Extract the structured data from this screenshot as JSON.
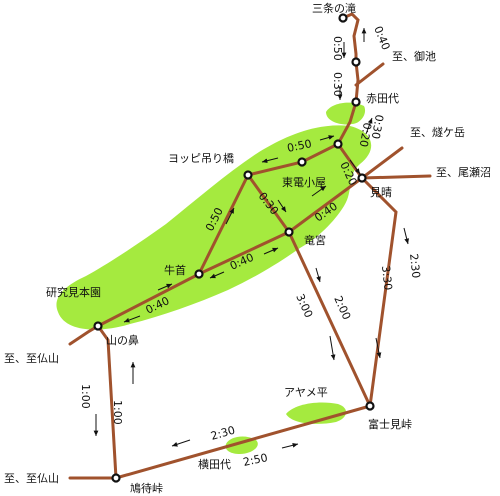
{
  "map": {
    "colors": {
      "marsh": "#a5ea3f",
      "trail": "#a0522d",
      "node": "#111111",
      "text": "#111111"
    },
    "places": {
      "sanjo": "三条の滝",
      "akatashiro": "赤田代",
      "hiuchi": "至、燧ケ岳",
      "oike": "至、御池",
      "oze": "至、尾瀬沼",
      "miharashi": "見晴",
      "yoppi": "ヨッピ吊り橋",
      "higashiden": "東電小屋",
      "ryugu": "竜宮",
      "ushikubi": "牛首",
      "kenkyu": "研究見本園",
      "yamanohana": "山の鼻",
      "hotoke1": "至、至仏山",
      "hotoke2": "至、至仏山",
      "ayame": "アヤメ平",
      "fujimi": "富士見峠",
      "yokotashiro": "横田代",
      "hatomachi": "鳩待峠"
    },
    "times": {
      "t_sanjo_up": "0:50",
      "t_sanjo_down": "0:40",
      "t_akata_sanjo": "0:30",
      "t_akata_mi_1": "0:30",
      "t_akata_mi_2": "0:20",
      "t_yoppi_mi": "0:50",
      "t_mi_akata": "0:20",
      "t_ryugu_mi": "0:40",
      "t_ushi_yoppi": "0:50",
      "t_yoppi_ryugu": "0:30",
      "t_ushi_ryugu": "0:40",
      "t_yama_ushi": "0:40",
      "t_hato_yama_1": "1:00",
      "t_hato_yama_2": "1:00",
      "t_ryugu_fuji_1": "3:00",
      "t_ryugu_fuji_2": "2:00",
      "t_mi_fuji_1": "2:30",
      "t_mi_fuji_2": "3:30",
      "t_yoko_1": "2:30",
      "t_yoko_2": "2:50"
    }
  }
}
